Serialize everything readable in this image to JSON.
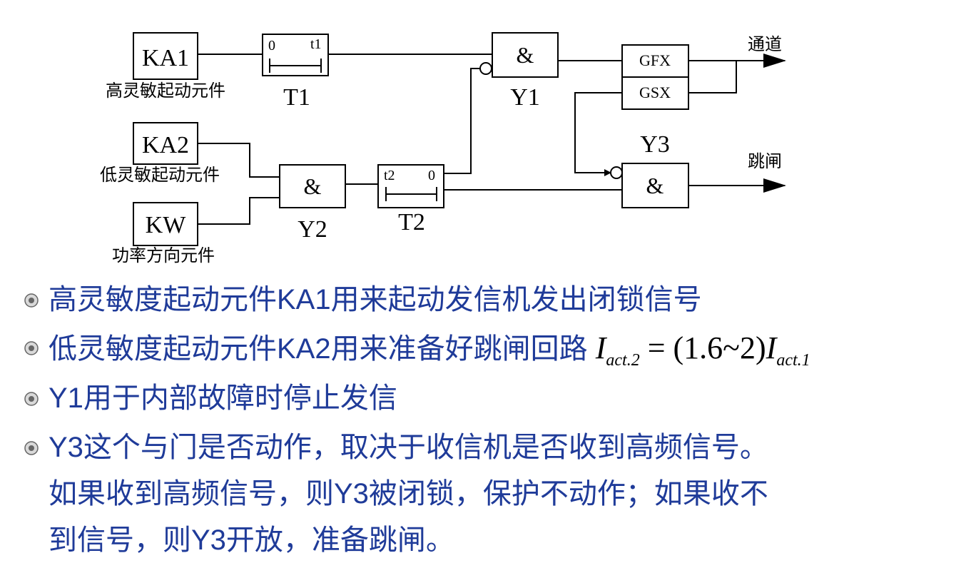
{
  "diagram": {
    "boxes": {
      "ka1": "KA1",
      "ka2": "KA2",
      "kw": "KW",
      "and1": "&",
      "and2": "&",
      "and3": "&",
      "gfx": "GFX",
      "gsx": "GSX"
    },
    "labels": {
      "ka1": "高灵敏起动元件",
      "ka2": "低灵敏起动元件",
      "kw": "功率方向元件",
      "t1": "T1",
      "t2": "T2",
      "y1": "Y1",
      "y2": "Y2",
      "y3": "Y3",
      "channel": "通道",
      "trip": "跳闸"
    },
    "timers": {
      "t1_left": "0",
      "t1_right": "t1",
      "t2_left": "t2",
      "t2_right": "0"
    }
  },
  "bullets": [
    {
      "text": "高灵敏度起动元件KA1用来起动发信机发出闭锁信号"
    },
    {
      "text": "低灵敏度起动元件KA2用来准备好跳闸回路",
      "formula": {
        "I": "I",
        "sub1": "act.2",
        "mid": " = (1.6~2)",
        "sub2": "act.1"
      }
    },
    {
      "text": "Y1用于内部故障时停止发信"
    },
    {
      "lines": [
        "Y3这个与门是否动作，取决于收信机是否收到高频信号。",
        "如果收到高频信号，则Y3被闭锁，保护不动作；如果收不",
        "到信号，则Y3开放，准备跳闸。"
      ]
    }
  ]
}
